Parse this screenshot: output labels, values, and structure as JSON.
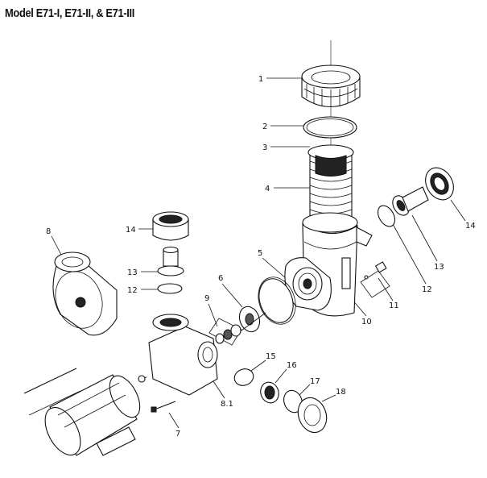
{
  "title": "Model E71-I, E71-II, & E71-III",
  "callouts": [
    {
      "id": "1",
      "label": "1"
    },
    {
      "id": "2",
      "label": "2"
    },
    {
      "id": "3",
      "label": "3"
    },
    {
      "id": "4",
      "label": "4"
    },
    {
      "id": "5",
      "label": "5"
    },
    {
      "id": "6",
      "label": "6"
    },
    {
      "id": "7",
      "label": "7"
    },
    {
      "id": "8",
      "label": "8"
    },
    {
      "id": "81",
      "label": "8.1"
    },
    {
      "id": "9",
      "label": "9"
    },
    {
      "id": "10",
      "label": "10"
    },
    {
      "id": "11",
      "label": "11"
    },
    {
      "id": "12r",
      "label": "12"
    },
    {
      "id": "12l",
      "label": "12"
    },
    {
      "id": "13r",
      "label": "13"
    },
    {
      "id": "13l",
      "label": "13"
    },
    {
      "id": "14r",
      "label": "14"
    },
    {
      "id": "14l",
      "label": "14"
    },
    {
      "id": "15",
      "label": "15"
    },
    {
      "id": "16",
      "label": "16"
    },
    {
      "id": "17",
      "label": "17"
    },
    {
      "id": "18",
      "label": "18"
    }
  ]
}
